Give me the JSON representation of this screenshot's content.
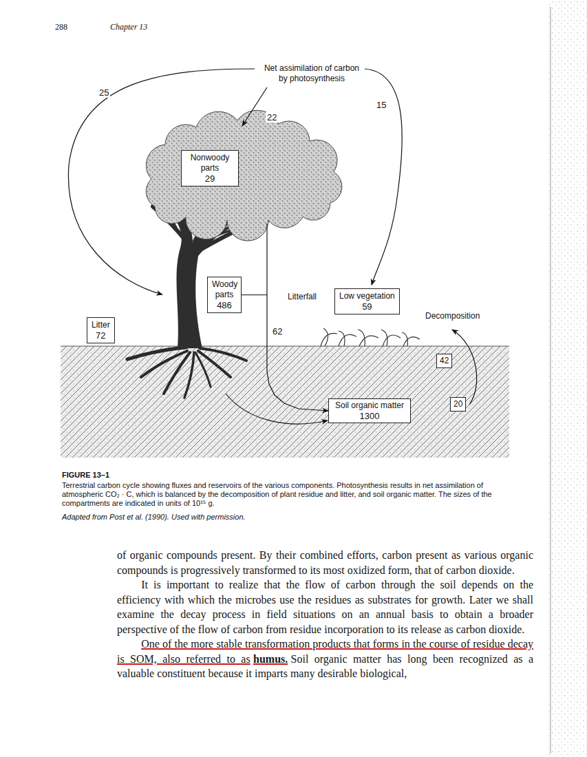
{
  "diagram": {
    "title": "FIGURE 13–1",
    "caption": "Terrestrial carbon cycle showing fluxes and reservoirs of the various components. Photosynthesis results in net assimilation of atmospheric CO₂ · C, which is balanced by the decomposition of plant residue and litter, and soil organic matter. The sizes of the compartments are indicated in units of 10¹⁵ g.",
    "nodes": [
      {
        "text": [
          "Nonwoody parts",
          "29"
        ]
      },
      {
        "text": [
          "Woody parts",
          "486"
        ]
      },
      {
        "text": [
          "Low vegetation",
          "59"
        ]
      },
      {
        "text": [
          "Litter",
          "72"
        ]
      },
      {
        "text": [
          "42"
        ]
      },
      {
        "text": [
          "20"
        ]
      },
      {
        "text": [
          "Soil organic matter",
          "1300"
        ]
      }
    ],
    "edges": [
      {
        "from": 1,
        "to": 6,
        "arrow": "to"
      }
    ],
    "labels": [
      "288",
      "Chapter 13",
      "Net assimilation of carbon by photosynthesis",
      "25",
      "22",
      "15",
      "Litterfall",
      "62",
      "Decomposition",
      "Adapted from Post et al. (1990). Used with permission.",
      "of organic compounds present. By their combined efforts, carbon present as various organic compounds is progressively transformed to its most oxidized form, that of carbon dioxide.",
      "It is important to realize that the flow of carbon through the soil depends on the efficiency with which the microbes use the residues as substrates for growth. Later we shall examine the decay process in field situations on an annual basis to obtain a broader perspective of the flow of carbon from residue incorporation to its release as carbon dioxide.",
      "One of the more stable transformation products that forms in the course of residue decay is SOM, also referred to as",
      "humus.",
      "Soil organic matter has long been recognized as a valuable constituent because it imparts many desirable biological,"
    ]
  }
}
